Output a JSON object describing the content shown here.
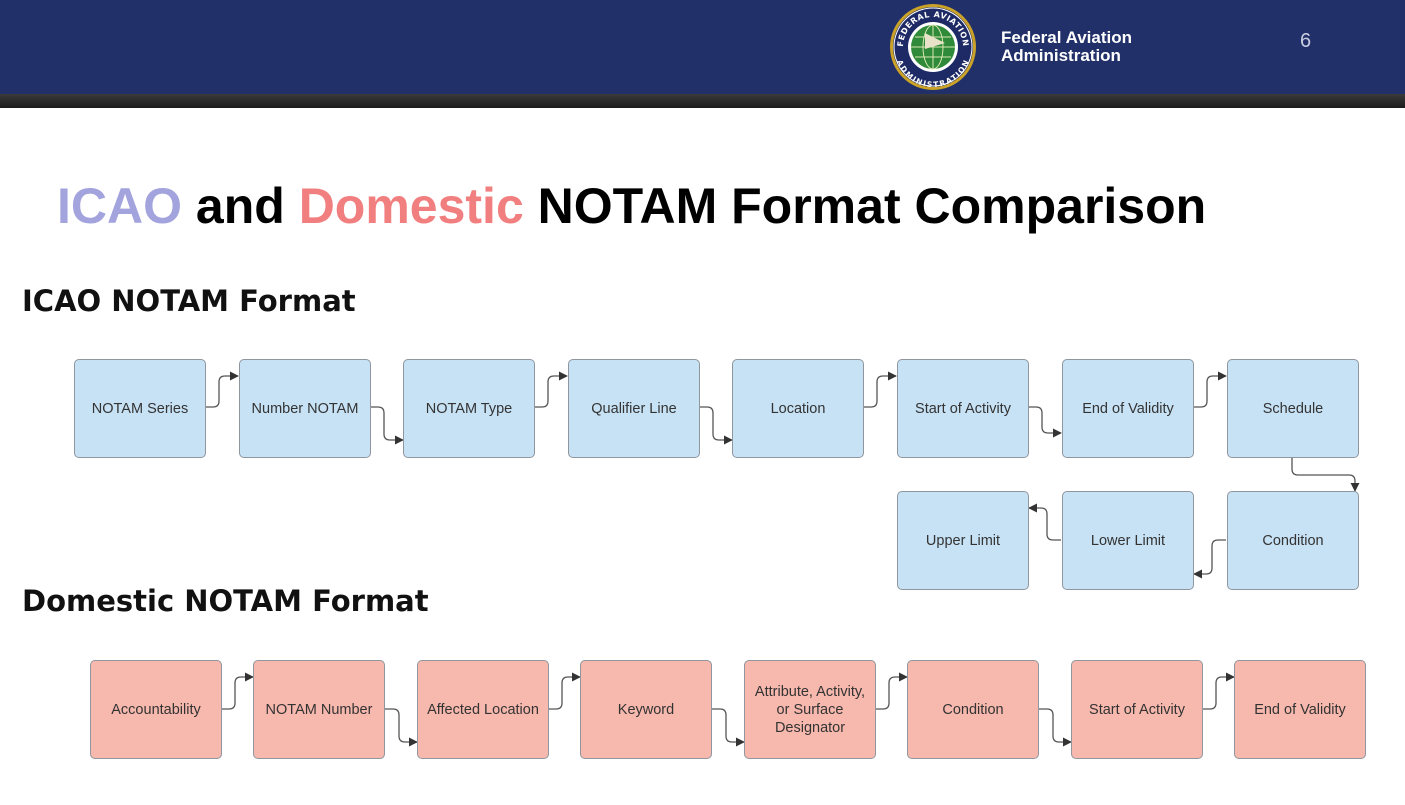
{
  "header": {
    "org_line1": "Federal Aviation",
    "org_line2": "Administration",
    "page_number": "6",
    "seal_text_top": "FEDERAL AVIATION",
    "seal_text_bottom": "ADMINISTRATION"
  },
  "title": {
    "part1": "ICAO",
    "part2": " and ",
    "part3": "Domestic",
    "part4": " NOTAM Format Comparison"
  },
  "icao": {
    "label": "ICAO NOTAM Format",
    "boxes": [
      "NOTAM Series",
      "Number NOTAM",
      "NOTAM Type",
      "Qualifier Line",
      "Location",
      "Start of Activity",
      "End of Validity",
      "Schedule",
      "Condition",
      "Lower Limit",
      "Upper Limit"
    ]
  },
  "domestic": {
    "label": "Domestic NOTAM Format",
    "boxes": [
      "Accountability",
      "NOTAM Number",
      "Affected Location",
      "Keyword",
      "Attribute, Activity, or Surface Designator",
      "Condition",
      "Start of Activity",
      "End of Validity"
    ]
  },
  "colors": {
    "header_bg": "#223069",
    "icao_fill": "#c7e2f5",
    "domestic_fill": "#f7b8ad",
    "icao_title": "#a3a3dd",
    "domestic_title": "#f27f7f"
  }
}
